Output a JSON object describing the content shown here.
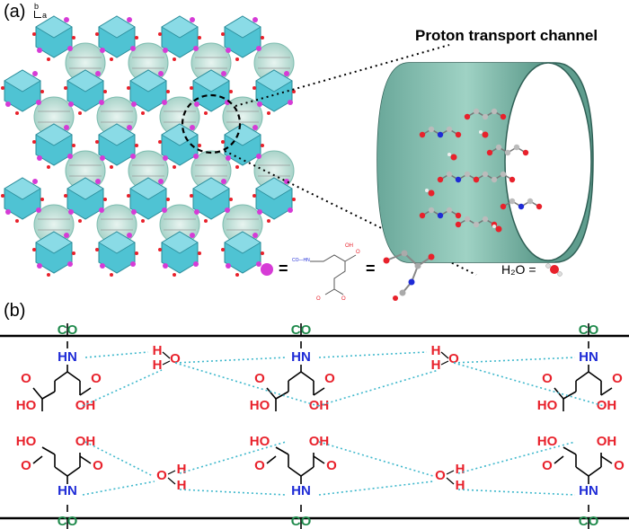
{
  "panel_a": {
    "label": "(a)",
    "axis_b": "b",
    "axis_a": "a",
    "channel_title": "Proton transport channel",
    "legend_equals": "=",
    "legend_equals2": "=",
    "legend_co_hn": "CO—HN",
    "legend_water": "H₂O ="
  },
  "panel_b": {
    "label": "(b)",
    "co": "CO",
    "hn": "HN",
    "ho": "HO",
    "oh": "OH",
    "o": "O",
    "h": "H"
  },
  "colors": {
    "cyan": "#4fc3d3",
    "teal": "#2e8c73",
    "red": "#e8212b",
    "blue": "#1e2bd6",
    "green": "#1f8a4c",
    "dots": "#3fb8cc",
    "magenta": "#d63bd6"
  }
}
